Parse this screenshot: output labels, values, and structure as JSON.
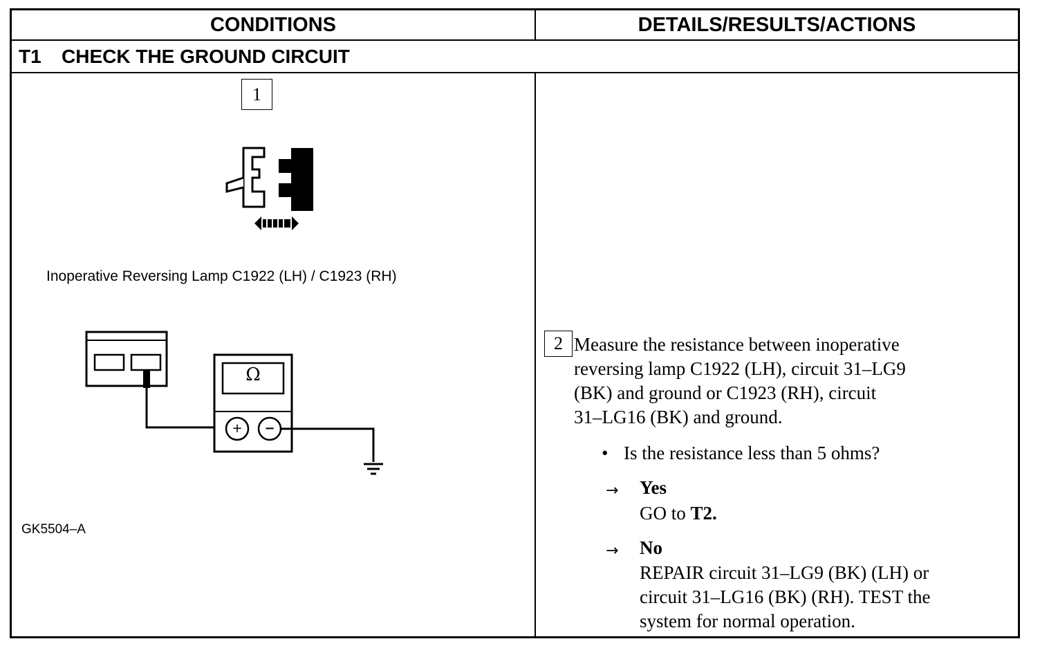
{
  "header": {
    "conditions": "CONDITIONS",
    "details": "DETAILS/RESULTS/ACTIONS"
  },
  "test": {
    "id": "T1",
    "title": "CHECK THE GROUND CIRCUIT"
  },
  "step1": {
    "number": "1",
    "caption": "Inoperative Reversing Lamp C1922 (LH) / C1923 (RH)",
    "icon": "connector-disconnect-icon"
  },
  "figure": {
    "meter_symbol": "Ω",
    "plus": "+",
    "minus": "−",
    "id": "GK5504–A"
  },
  "step2": {
    "number": "2",
    "instruction_lines": [
      "Measure the resistance between inoperative",
      "reversing lamp C1922 (LH), circuit 31–LG9",
      "(BK) and ground or C1923 (RH), circuit",
      "31–LG16 (BK) and ground."
    ],
    "question": "Is the resistance less than 5 ohms?",
    "arrow": "→",
    "yes_label": "Yes",
    "yes_action_prefix": "GO to ",
    "yes_action_target": "T2.",
    "no_label": "No",
    "no_action_lines": [
      "REPAIR circuit 31–LG9 (BK) (LH) or",
      "circuit 31–LG16 (BK) (RH). TEST the",
      "system for normal operation."
    ]
  }
}
